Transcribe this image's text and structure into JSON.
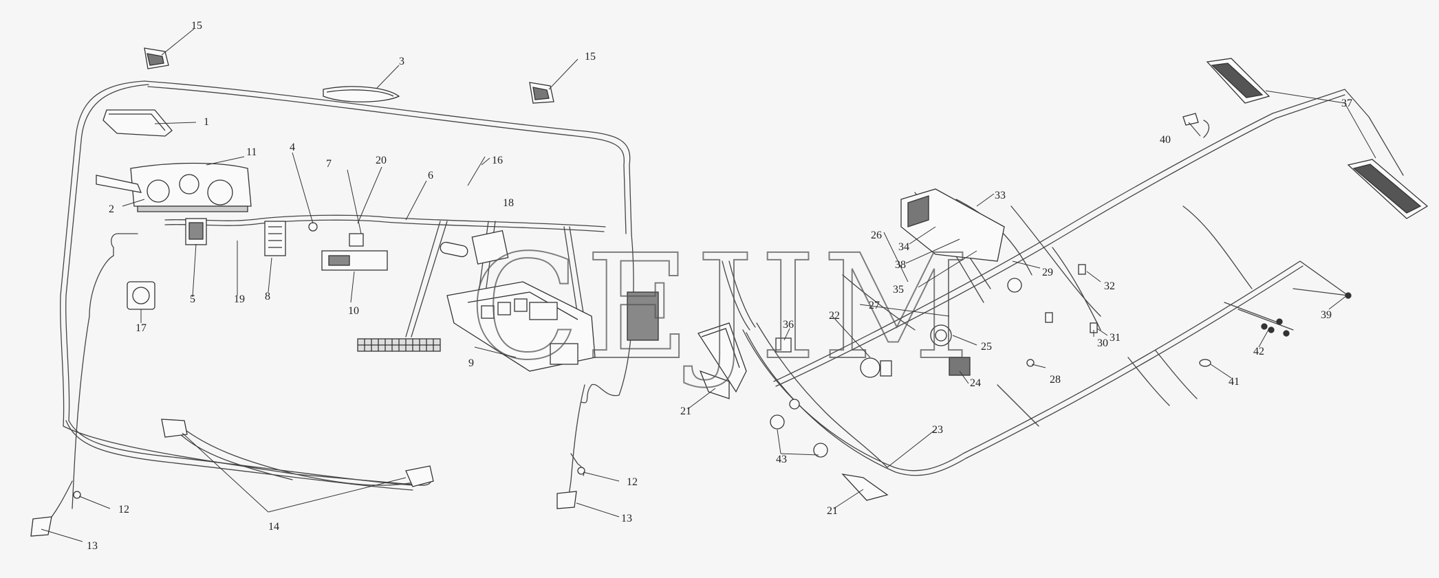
{
  "diagram": {
    "watermark": "CEJIM",
    "callouts": [
      {
        "id": "c1",
        "text": "1"
      },
      {
        "id": "c2",
        "text": "2"
      },
      {
        "id": "c3",
        "text": "3"
      },
      {
        "id": "c4",
        "text": "4"
      },
      {
        "id": "c5",
        "text": "5"
      },
      {
        "id": "c6",
        "text": "6"
      },
      {
        "id": "c7",
        "text": "7"
      },
      {
        "id": "c8",
        "text": "8"
      },
      {
        "id": "c9",
        "text": "9"
      },
      {
        "id": "c10",
        "text": "10"
      },
      {
        "id": "c11",
        "text": "11"
      },
      {
        "id": "c12a",
        "text": "12"
      },
      {
        "id": "c12b",
        "text": "12"
      },
      {
        "id": "c13a",
        "text": "13"
      },
      {
        "id": "c13b",
        "text": "13"
      },
      {
        "id": "c14",
        "text": "14"
      },
      {
        "id": "c15a",
        "text": "15"
      },
      {
        "id": "c15b",
        "text": "15"
      },
      {
        "id": "c16",
        "text": "16"
      },
      {
        "id": "c17",
        "text": "17"
      },
      {
        "id": "c18",
        "text": "18"
      },
      {
        "id": "c19",
        "text": "19"
      },
      {
        "id": "c20",
        "text": "20"
      },
      {
        "id": "c21a",
        "text": "21"
      },
      {
        "id": "c21b",
        "text": "21"
      },
      {
        "id": "c22",
        "text": "22"
      },
      {
        "id": "c23",
        "text": "23"
      },
      {
        "id": "c24",
        "text": "24"
      },
      {
        "id": "c25",
        "text": "25"
      },
      {
        "id": "c26",
        "text": "26"
      },
      {
        "id": "c27",
        "text": "27"
      },
      {
        "id": "c28",
        "text": "28"
      },
      {
        "id": "c29",
        "text": "29"
      },
      {
        "id": "c30",
        "text": "30"
      },
      {
        "id": "c31",
        "text": "31"
      },
      {
        "id": "c32",
        "text": "32"
      },
      {
        "id": "c33",
        "text": "33"
      },
      {
        "id": "c34",
        "text": "34"
      },
      {
        "id": "c35",
        "text": "35"
      },
      {
        "id": "c36",
        "text": "36"
      },
      {
        "id": "c37",
        "text": "37"
      },
      {
        "id": "c38",
        "text": "38"
      },
      {
        "id": "c39",
        "text": "39"
      },
      {
        "id": "c40",
        "text": "40"
      },
      {
        "id": "c41",
        "text": "41"
      },
      {
        "id": "c42",
        "text": "42"
      },
      {
        "id": "c43",
        "text": "43"
      }
    ]
  }
}
